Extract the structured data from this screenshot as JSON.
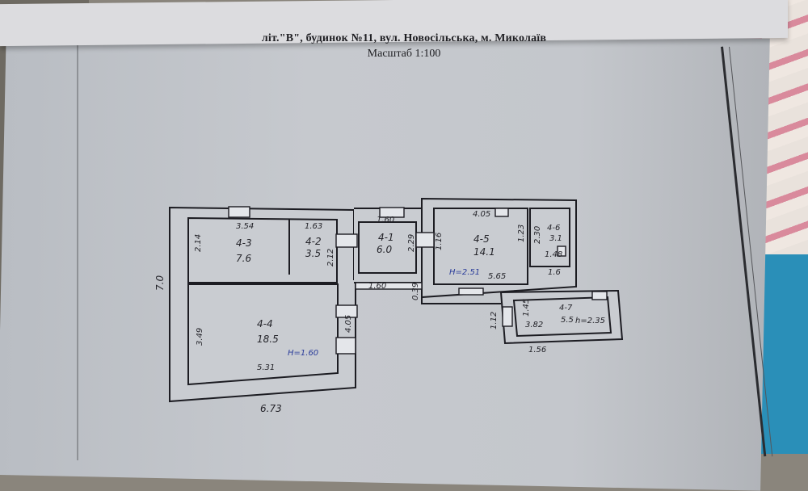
{
  "header": {
    "title": "літ.\"В\", будинок №11, вул. Новосільська, м. Миколаїв",
    "scale": "Масштаб 1:100"
  },
  "plan": {
    "overall": {
      "length": "6.73",
      "width": "7.0"
    },
    "rooms": [
      {
        "id": "r43",
        "number": "4-3",
        "area": "7.6",
        "dims": [
          "3.54",
          "2.14"
        ]
      },
      {
        "id": "r42",
        "number": "4-2",
        "area": "3.5",
        "dims": [
          "1.63",
          "2.12"
        ]
      },
      {
        "id": "r41",
        "number": "4-1",
        "area": "6.0",
        "dims": [
          "1.60",
          "2.29",
          "1.60"
        ]
      },
      {
        "id": "r45",
        "number": "4-5",
        "area": "14.1",
        "dims": [
          "4.05",
          "1.16",
          "1.23",
          "5.65"
        ],
        "height": "H=2.51"
      },
      {
        "id": "r46",
        "number": "4-6",
        "area": "3.1",
        "dims": [
          "2.30",
          "1.48",
          "1.6"
        ]
      },
      {
        "id": "r44",
        "number": "4-4",
        "area": "18.5",
        "dims": [
          "3.49",
          "5.31",
          "4.05"
        ],
        "height": "H=1.60"
      },
      {
        "id": "r47",
        "number": "4-7",
        "area": "5.5",
        "dims": [
          "1.45",
          "3.82",
          "1.12",
          "1.56"
        ],
        "height": "h=2.35"
      }
    ],
    "extra_dims": {
      "corridor_gap": "0.39"
    }
  }
}
